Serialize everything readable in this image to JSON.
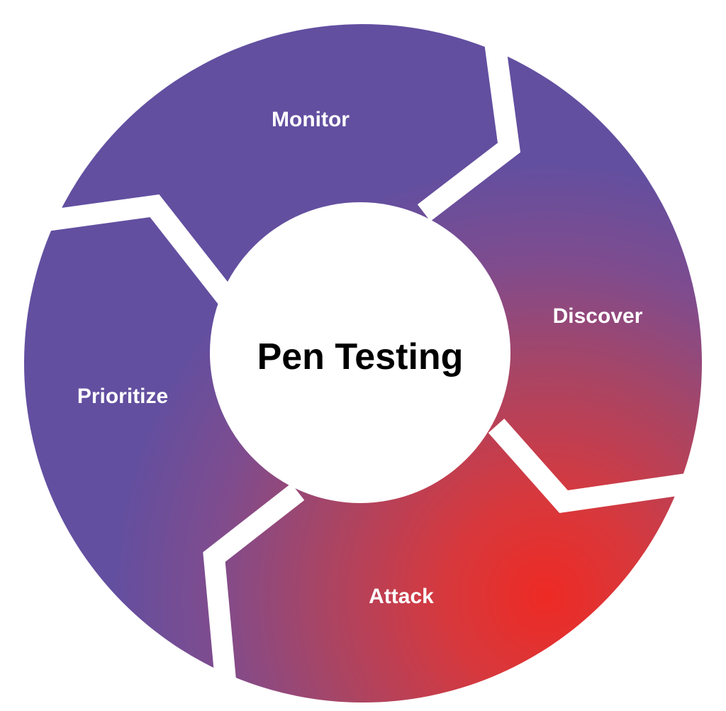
{
  "diagram": {
    "type": "cycle",
    "center_label": "Pen Testing",
    "stages": [
      {
        "label": "Monitor",
        "position": "top"
      },
      {
        "label": "Discover",
        "position": "right"
      },
      {
        "label": "Attack",
        "position": "bottom"
      },
      {
        "label": "Prioritize",
        "position": "left"
      }
    ],
    "colors": {
      "purple": "#624fa0",
      "mid": "#8a4a86",
      "red": "#ee2a24",
      "label_text": "#ffffff",
      "center_text": "#000000",
      "center_fill": "#ffffff"
    }
  }
}
